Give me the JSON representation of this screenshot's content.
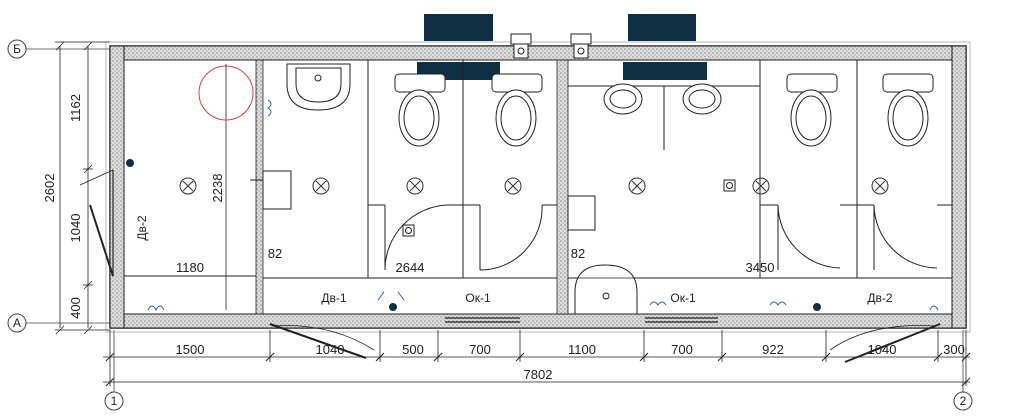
{
  "axes": {
    "rows": [
      "Б",
      "А"
    ],
    "cols": [
      "1",
      "2"
    ]
  },
  "dimensions": {
    "left_vertical": [
      "1162",
      "1040",
      "400"
    ],
    "left_total": "2602",
    "bottom": [
      "1500",
      "1040",
      "500",
      "700",
      "1100",
      "700",
      "922",
      "1040",
      "300"
    ],
    "total": "7802",
    "inner": {
      "room_width_1": "1180",
      "room_width_2": "2644",
      "room_width_3": "3450",
      "room_height": "2238",
      "partition_1": "82",
      "partition_2": "82"
    }
  },
  "labels": {
    "door_left": "Дв-2",
    "door_1": "Дв-1",
    "window_1": "Ок-1",
    "window_2": "Ок-1",
    "door_2": "Дв-2"
  },
  "colors": {
    "line": "#222222",
    "wall_fill": "#d9d9d9",
    "vent_fill": "#0f2f45",
    "door_circle": "#d94040",
    "blue_mark": "#2a5fb0"
  }
}
